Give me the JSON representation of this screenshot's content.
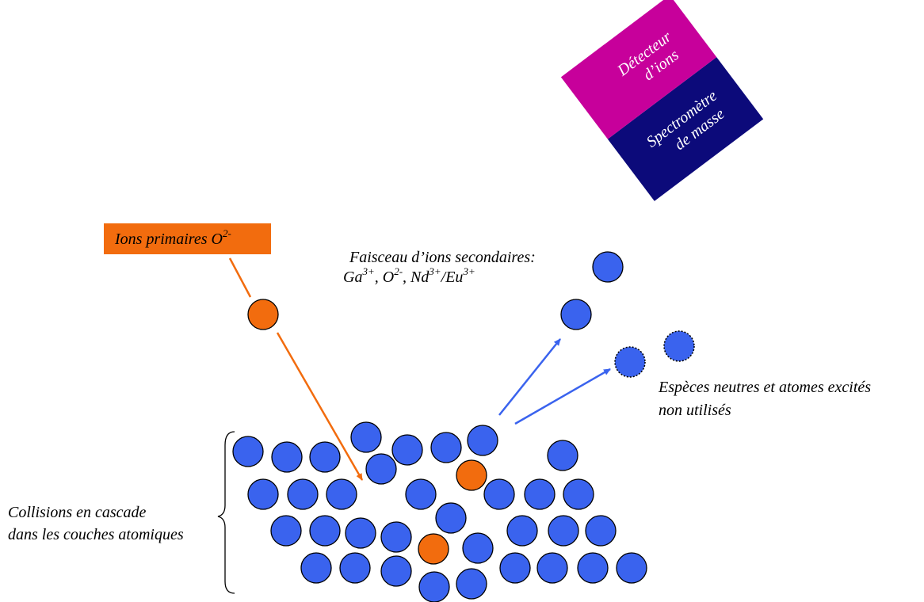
{
  "labels": {
    "primary_ions_text": "Ions primaires O",
    "primary_ions_sup": "2-",
    "secondary_beam_line1": "Faisceau d’ions secondaires:",
    "secondary_beam_line2_parts": [
      {
        "t": "Ga",
        "sup": false
      },
      {
        "t": "3+",
        "sup": true
      },
      {
        "t": ", O",
        "sup": false
      },
      {
        "t": "2-",
        "sup": true
      },
      {
        "t": ", Nd",
        "sup": false
      },
      {
        "t": "3+",
        "sup": true
      },
      {
        "t": "/Eu",
        "sup": false
      },
      {
        "t": "3+",
        "sup": true
      }
    ],
    "neutral_line1": "Espèces neutres et atomes excités",
    "neutral_line2": "non utilisés",
    "collisions_line1": "Collisions en cascade",
    "collisions_line2": "dans les couches atomiques",
    "spectrometer_line1": "Spectromètre",
    "spectrometer_line2": "de masse",
    "detector_line1": "Détecteur",
    "detector_line2": "d’ions"
  },
  "colors": {
    "atom_blue": "#3a63ee",
    "ion_orange": "#f26c0e",
    "primary_box": "#f26c0e",
    "spectrometer_box": "#0c0a7a",
    "detector_box": "#c7009b",
    "arrow_blue": "#3a63ee",
    "arrow_orange": "#f26c0e"
  },
  "icons": {
    "blue_atom": "blue-atom-icon",
    "orange_ion": "orange-ion-icon",
    "neutral_atom": "dotted-atom-icon"
  }
}
